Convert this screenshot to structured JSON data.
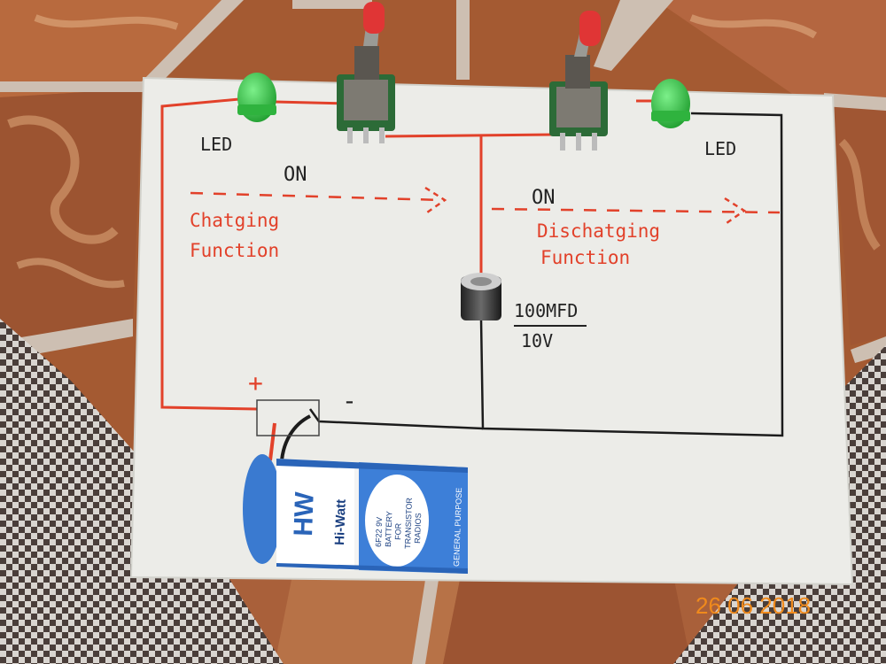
{
  "photo": {
    "board": {
      "left_led_label": "LED",
      "right_led_label": "LED",
      "left_on_label": "ON",
      "right_on_label": "ON",
      "left_function_line1": "Chatging",
      "left_function_line2": "Function",
      "right_function_line1": "Dischatging",
      "right_function_line2": "Function",
      "capacitor_value": "100MFD",
      "capacitor_voltage": "10V",
      "plus_sign": "+",
      "minus_sign": "-"
    },
    "battery": {
      "brand_logo": "HW",
      "brand_name": "Hi-Watt",
      "model_text": "6F22 9V",
      "line2": "BATTERY",
      "line3": "FOR",
      "line4": "TRANSISTOR",
      "line5": "RADIOS",
      "side_text": "GENERAL PURPOSE"
    },
    "date_stamp": "26 06 2018"
  },
  "colors": {
    "floor_brown": "#9a4f2a",
    "floor_light": "#c9b7a8",
    "board_white": "#f2f2f0",
    "red_wire": "#e2412a",
    "black_wire": "#1c1c1c",
    "led_green": "#2ecc40",
    "battery_blue": "#3d7fd8",
    "date_orange": "#f08a1c"
  }
}
